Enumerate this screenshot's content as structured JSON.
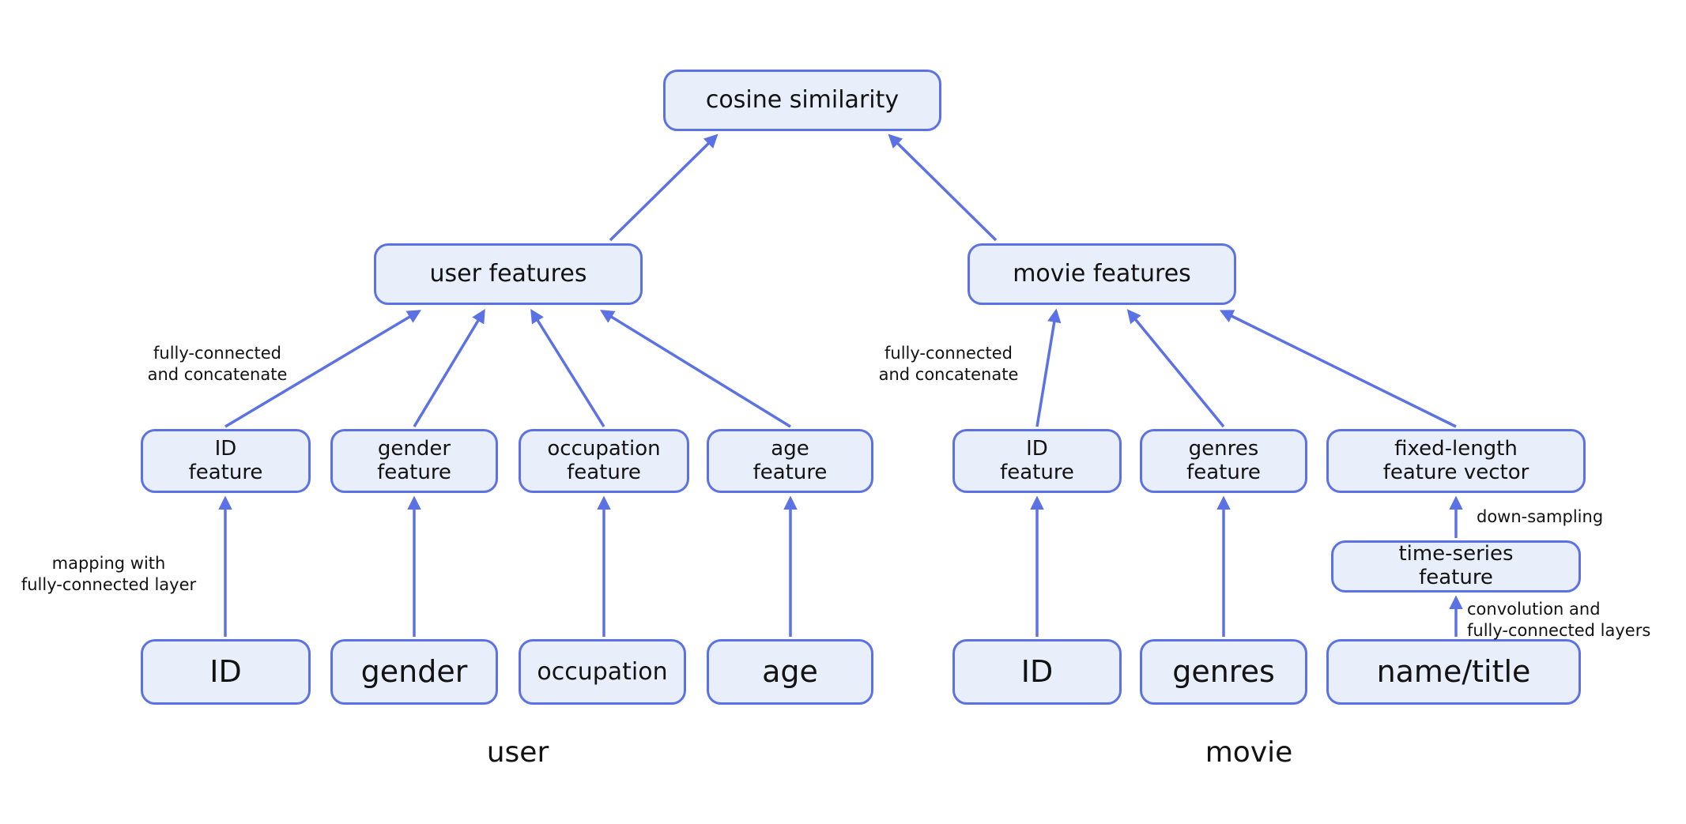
{
  "colors": {
    "box_fill": "#e9eefb",
    "box_border": "#5c72e4",
    "arrow_color": "#5c72e4",
    "text_color": "#121212",
    "background": "#ffffff"
  },
  "nodes": {
    "cosine_similarity": "cosine similarity",
    "user_features": "user features",
    "movie_features": "movie features",
    "user_id_feature": "ID\nfeature",
    "gender_feature": "gender\nfeature",
    "occupation_feature": "occupation\nfeature",
    "age_feature": "age\nfeature",
    "movie_id_feature": "ID\nfeature",
    "genres_feature": "genres\nfeature",
    "fixed_length_feature_vector": "fixed-length\nfeature vector",
    "time_series_feature": "time-series\nfeature",
    "user_id": "ID",
    "gender": "gender",
    "occupation": "occupation",
    "age": "age",
    "movie_id": "ID",
    "genres": "genres",
    "name_title": "name/title"
  },
  "annotations": {
    "user_fully_connected": "fully-connected\nand concatenate",
    "movie_fully_connected": "fully-connected\nand concatenate",
    "mapping_fully_connected": "mapping with\nfully-connected layer",
    "down_sampling": "down-sampling",
    "convolution_layers": "convolution and\nfully-connected layers"
  },
  "groups": {
    "user": "user",
    "movie": "movie"
  }
}
